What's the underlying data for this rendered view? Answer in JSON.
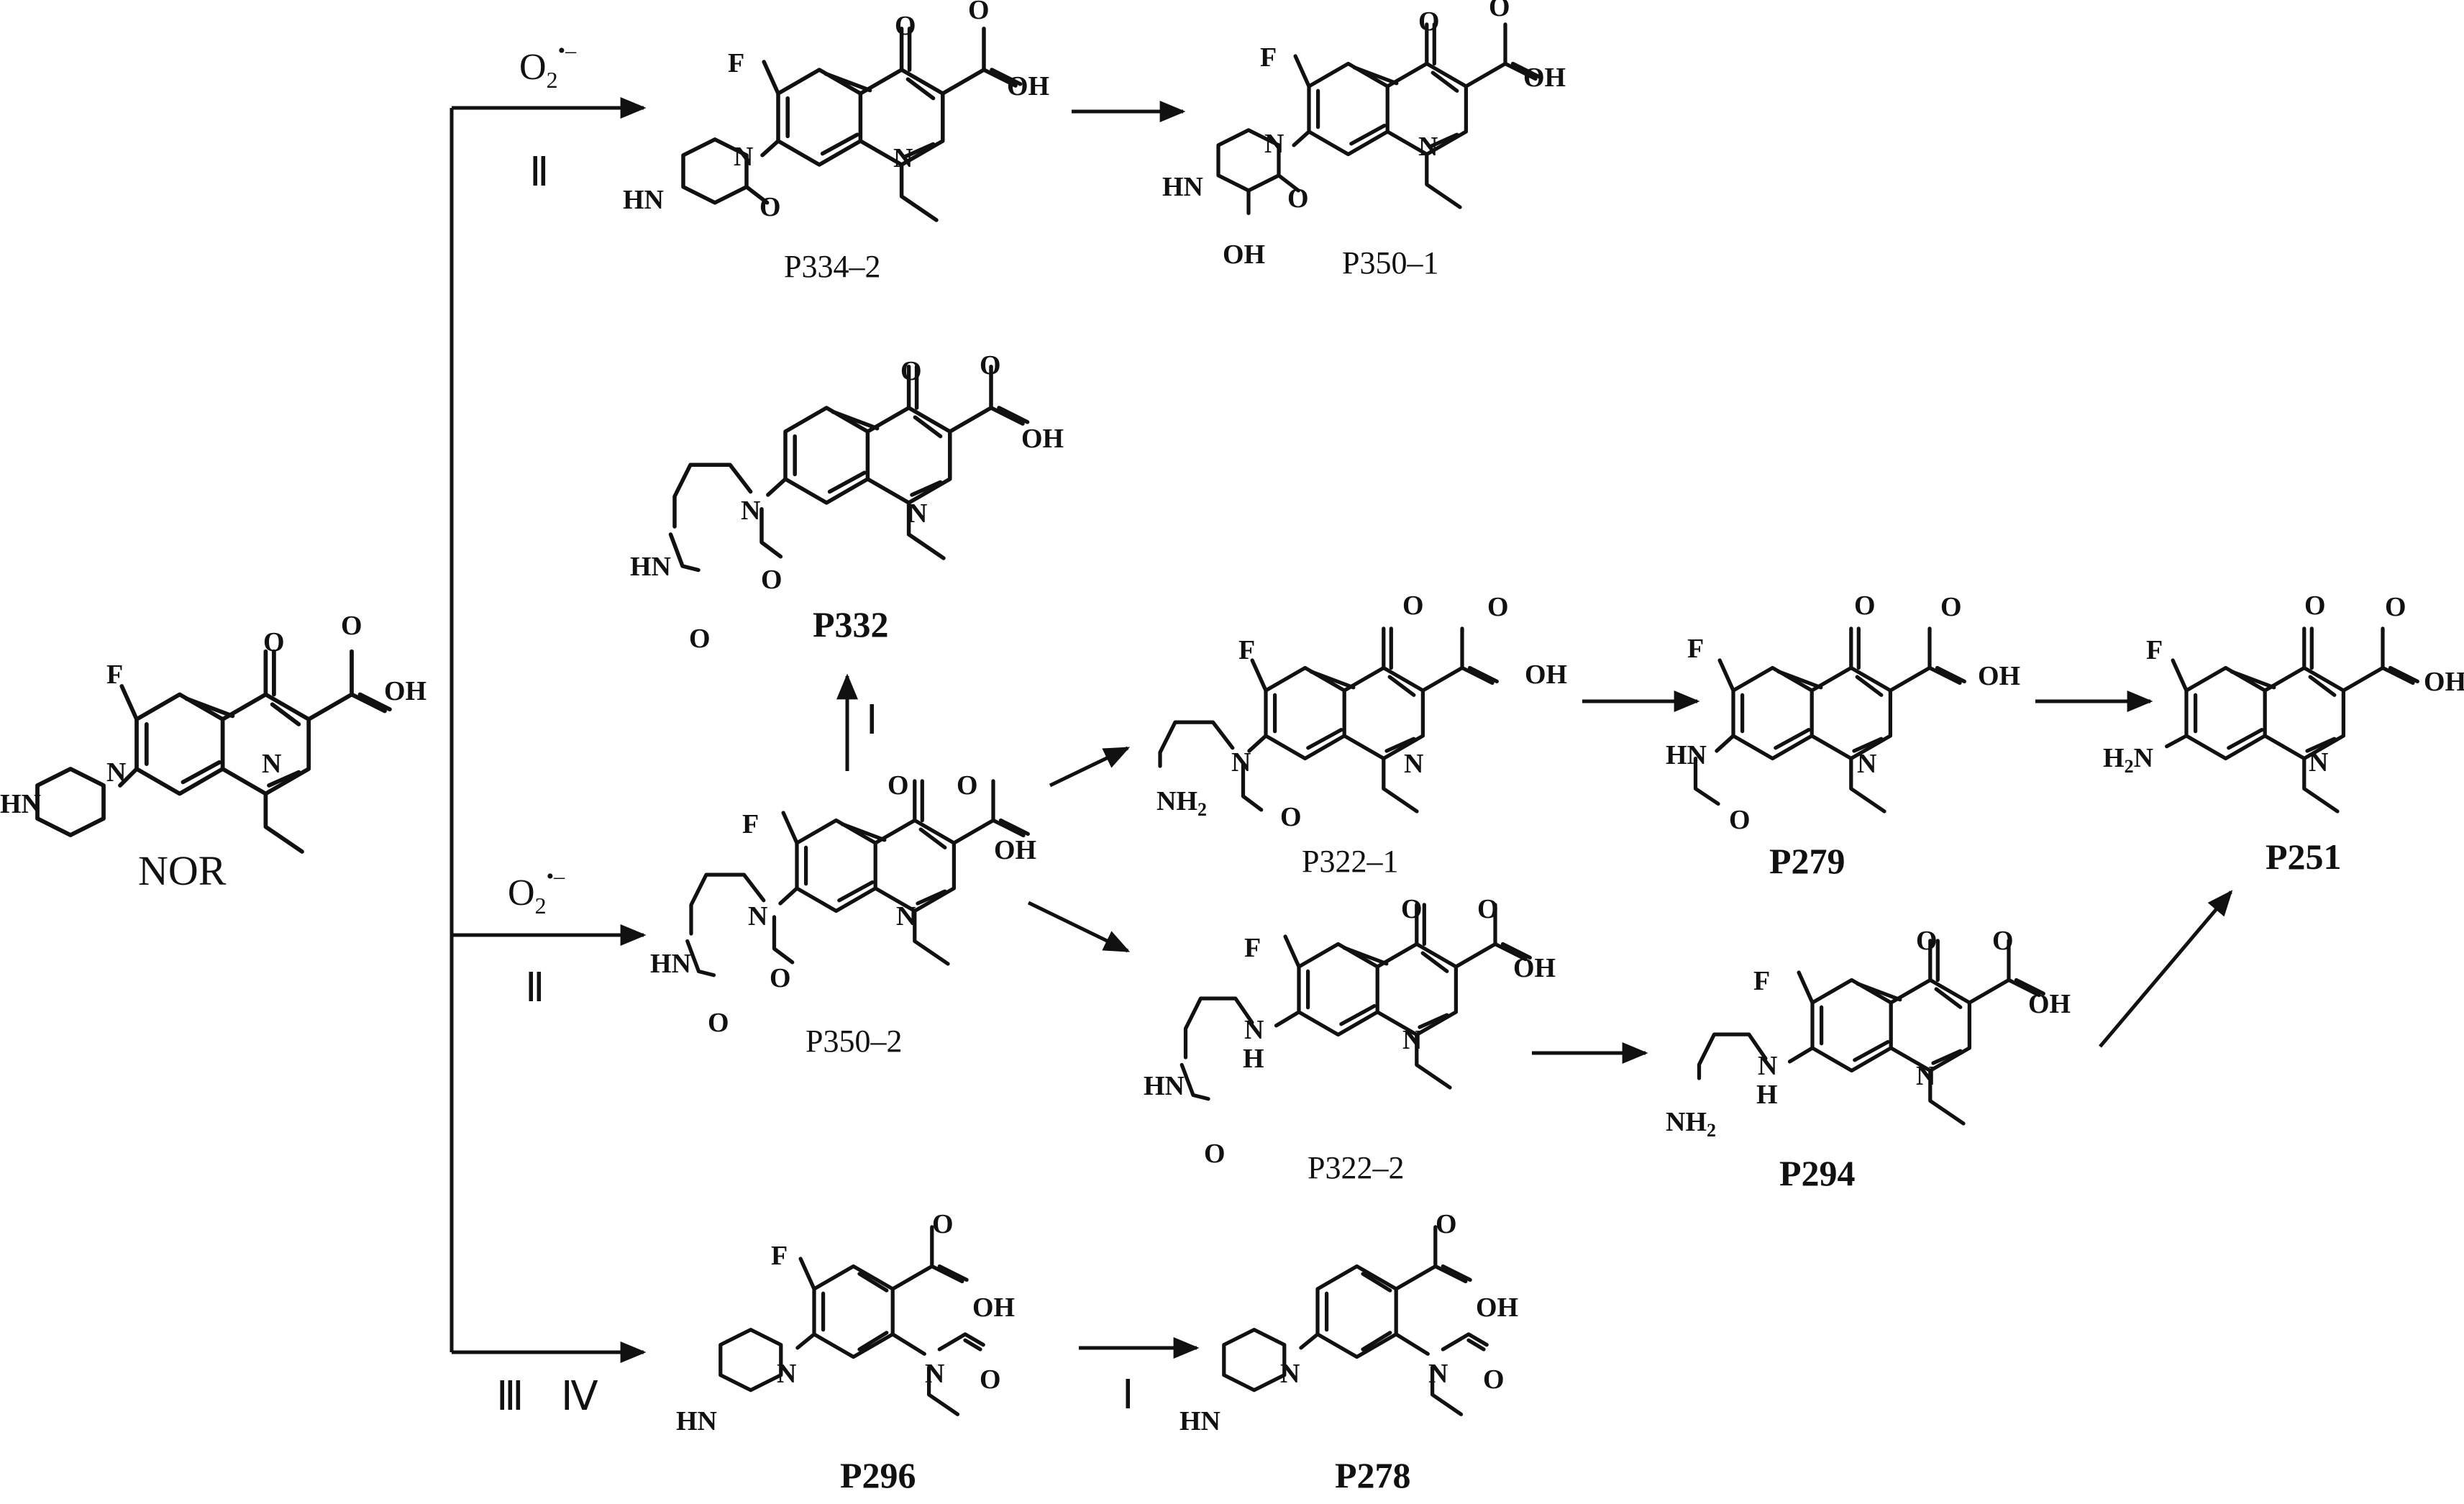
{
  "atoms": {
    "F": "F",
    "O": "O",
    "OH": "OH",
    "N": "N",
    "HN": "HN",
    "H": "H",
    "NH2": "NH",
    "H2N": "H",
    "sub2": "2",
    "N_after_H2": "N"
  },
  "compounds": {
    "nor": "NOR",
    "p334_2": "P334–2",
    "p350_1": "P350–1",
    "p332": "P332",
    "p350_2": "P350–2",
    "p322_1": "P322–1",
    "p322_2": "P322–2",
    "p279": "P279",
    "p251": "P251",
    "p294": "P294",
    "p296": "P296",
    "p278": "P278"
  },
  "conditions": {
    "superoxide_main": "O",
    "superoxide_sub": "2",
    "superoxide_sup": "•–",
    "route_ii": "Ⅱ",
    "route_i": "Ⅰ",
    "route_iii": "Ⅲ",
    "route_iv": "Ⅳ"
  }
}
